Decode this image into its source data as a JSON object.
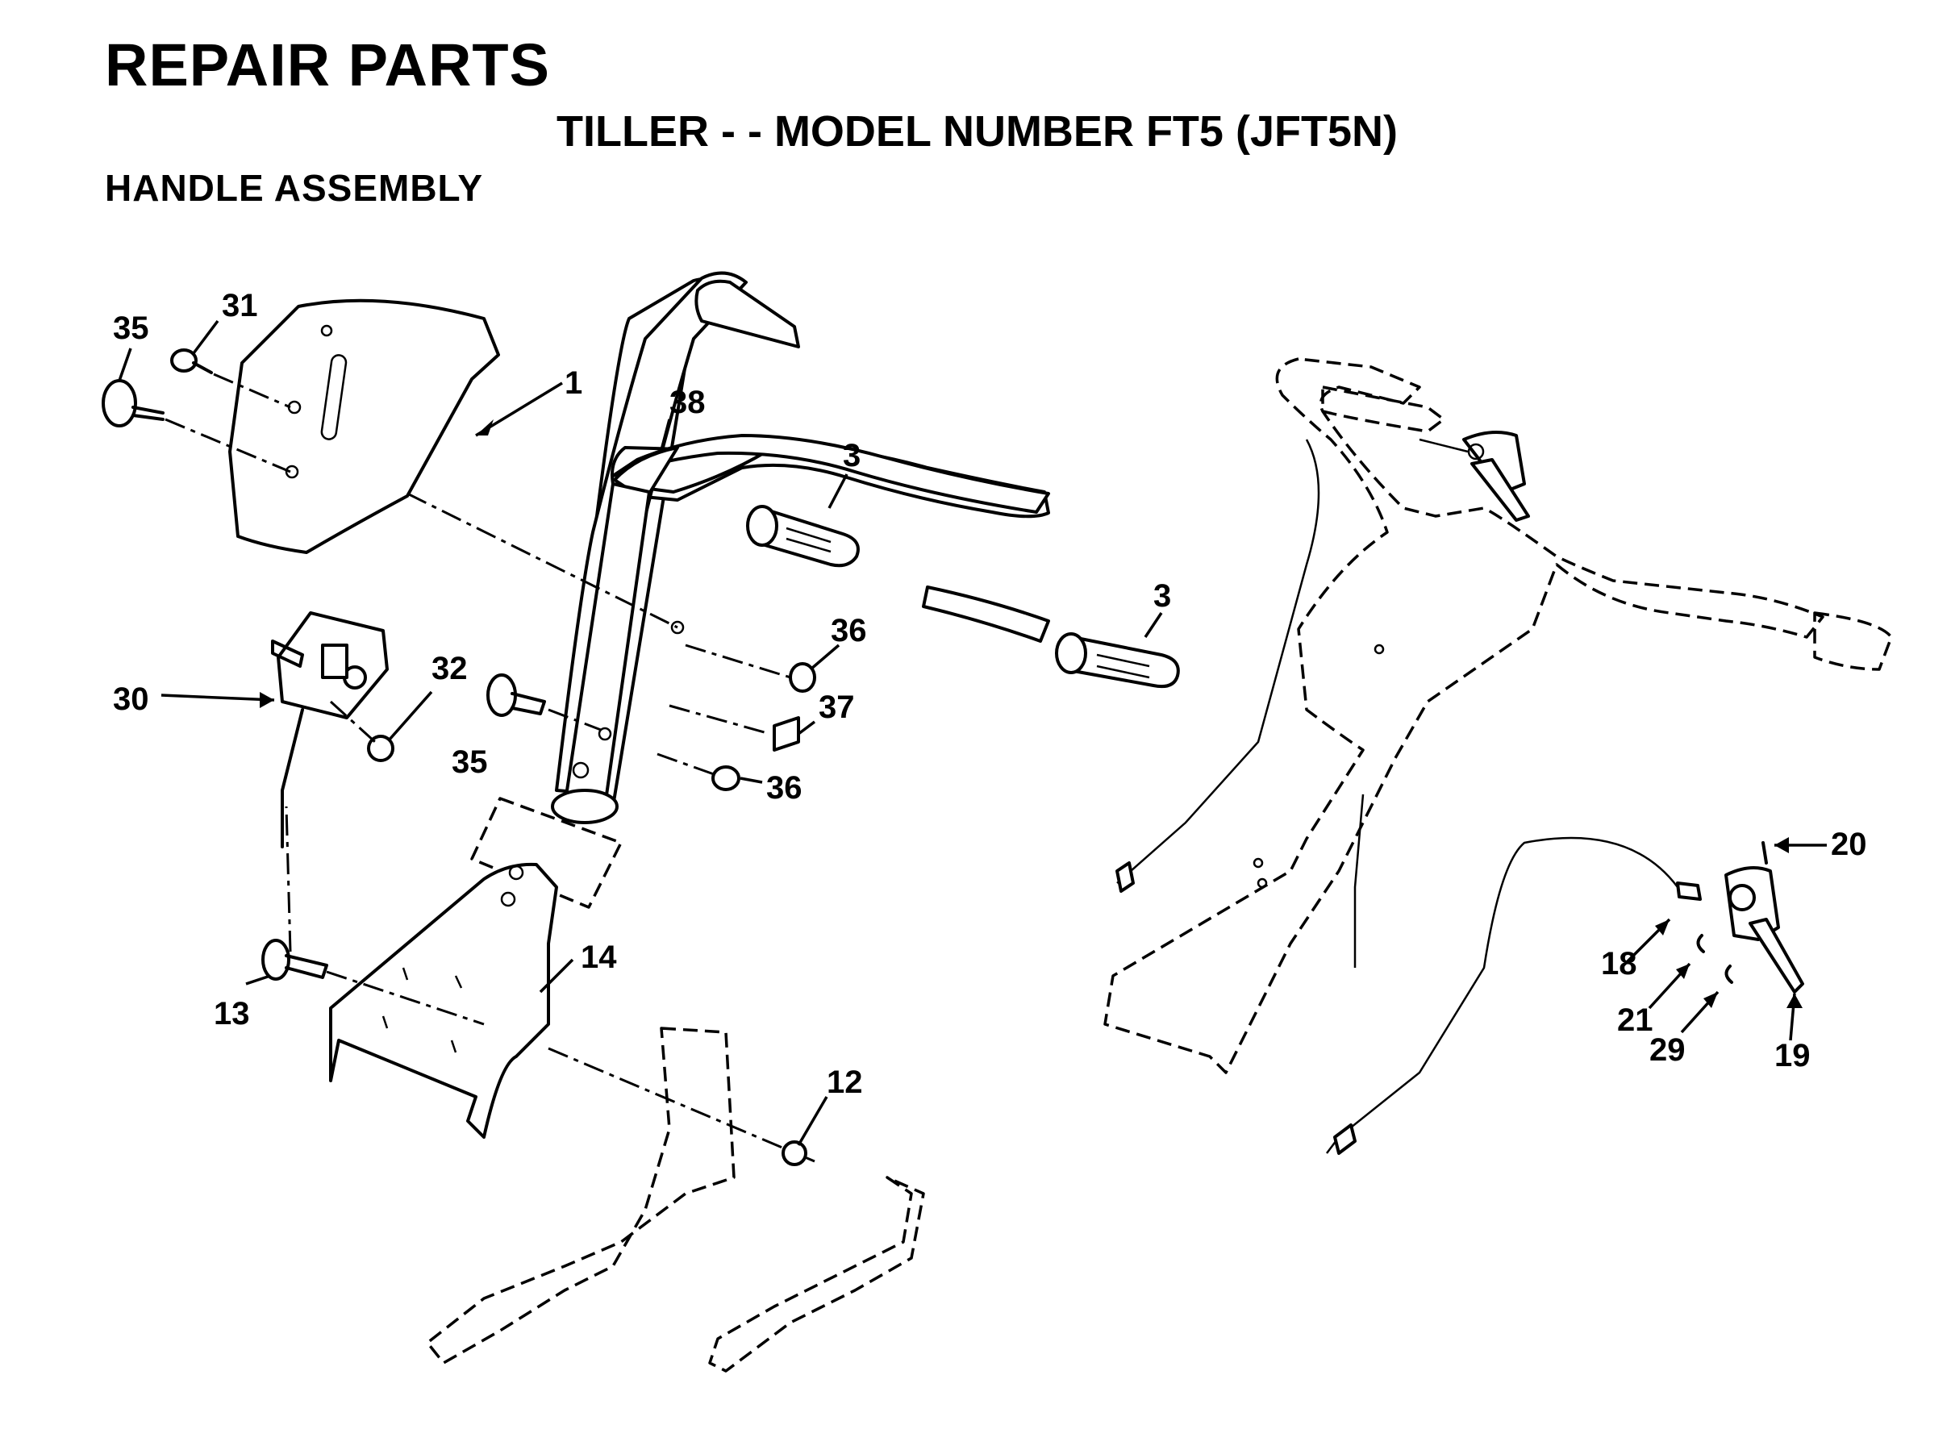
{
  "header": {
    "title": "REPAIR PARTS",
    "subtitle": "TILLER - - MODEL NUMBER FT5 (JFT5N)",
    "section": "HANDLE ASSEMBLY"
  },
  "callouts": {
    "c35a": "35",
    "c31": "31",
    "c1": "1",
    "c38": "38",
    "c3a": "3",
    "c3b": "3",
    "c36a": "36",
    "c37": "37",
    "c36b": "36",
    "c30": "30",
    "c32": "32",
    "c35b": "35",
    "c14": "14",
    "c13": "13",
    "c12": "12",
    "c20": "20",
    "c18": "18",
    "c21": "21",
    "c29": "29",
    "c19": "19"
  }
}
